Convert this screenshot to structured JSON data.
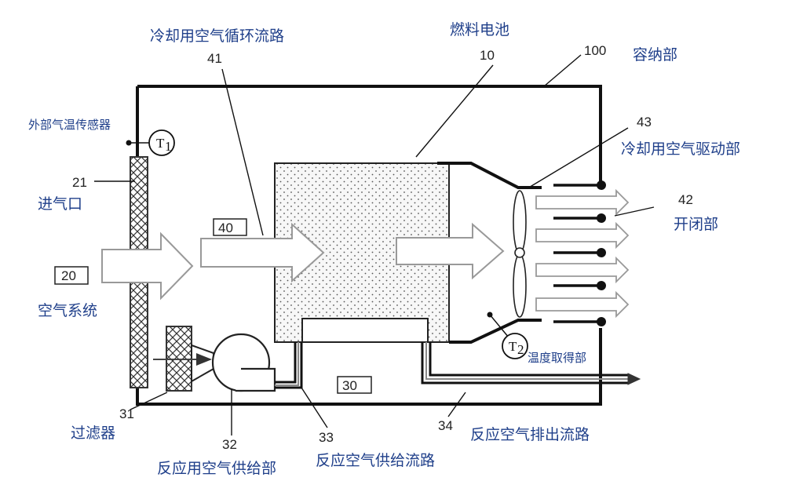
{
  "labels": {
    "cooling_air_path": "冷却用空气循环流路",
    "cooling_air_path_num": "41",
    "fuel_cell": "燃料电池",
    "fuel_cell_num": "10",
    "container_num": "100",
    "container": "容纳部",
    "outside_temp_sensor": "外部气温传感器",
    "cooling_drive_num": "43",
    "cooling_drive": "冷却用空气驱动部",
    "inlet_num": "21",
    "inlet": "进气口",
    "opening_num": "42",
    "opening": "开闭部",
    "box_40": "40",
    "box_20": "20",
    "air_system": "空气系统",
    "box_30": "30",
    "temp_acquire": "温度取得部",
    "filter_num": "31",
    "filter": "过滤器",
    "supply_unit_num": "32",
    "supply_unit": "反应用空气供给部",
    "supply_path_num": "33",
    "supply_path": "反应空气供给流路",
    "exhaust_path_num": "34",
    "exhaust_path": "反应空气排出流路",
    "sensor_t1": "T",
    "sensor_t1_sub": "1",
    "sensor_t2": "T",
    "sensor_t2_sub": "2"
  }
}
